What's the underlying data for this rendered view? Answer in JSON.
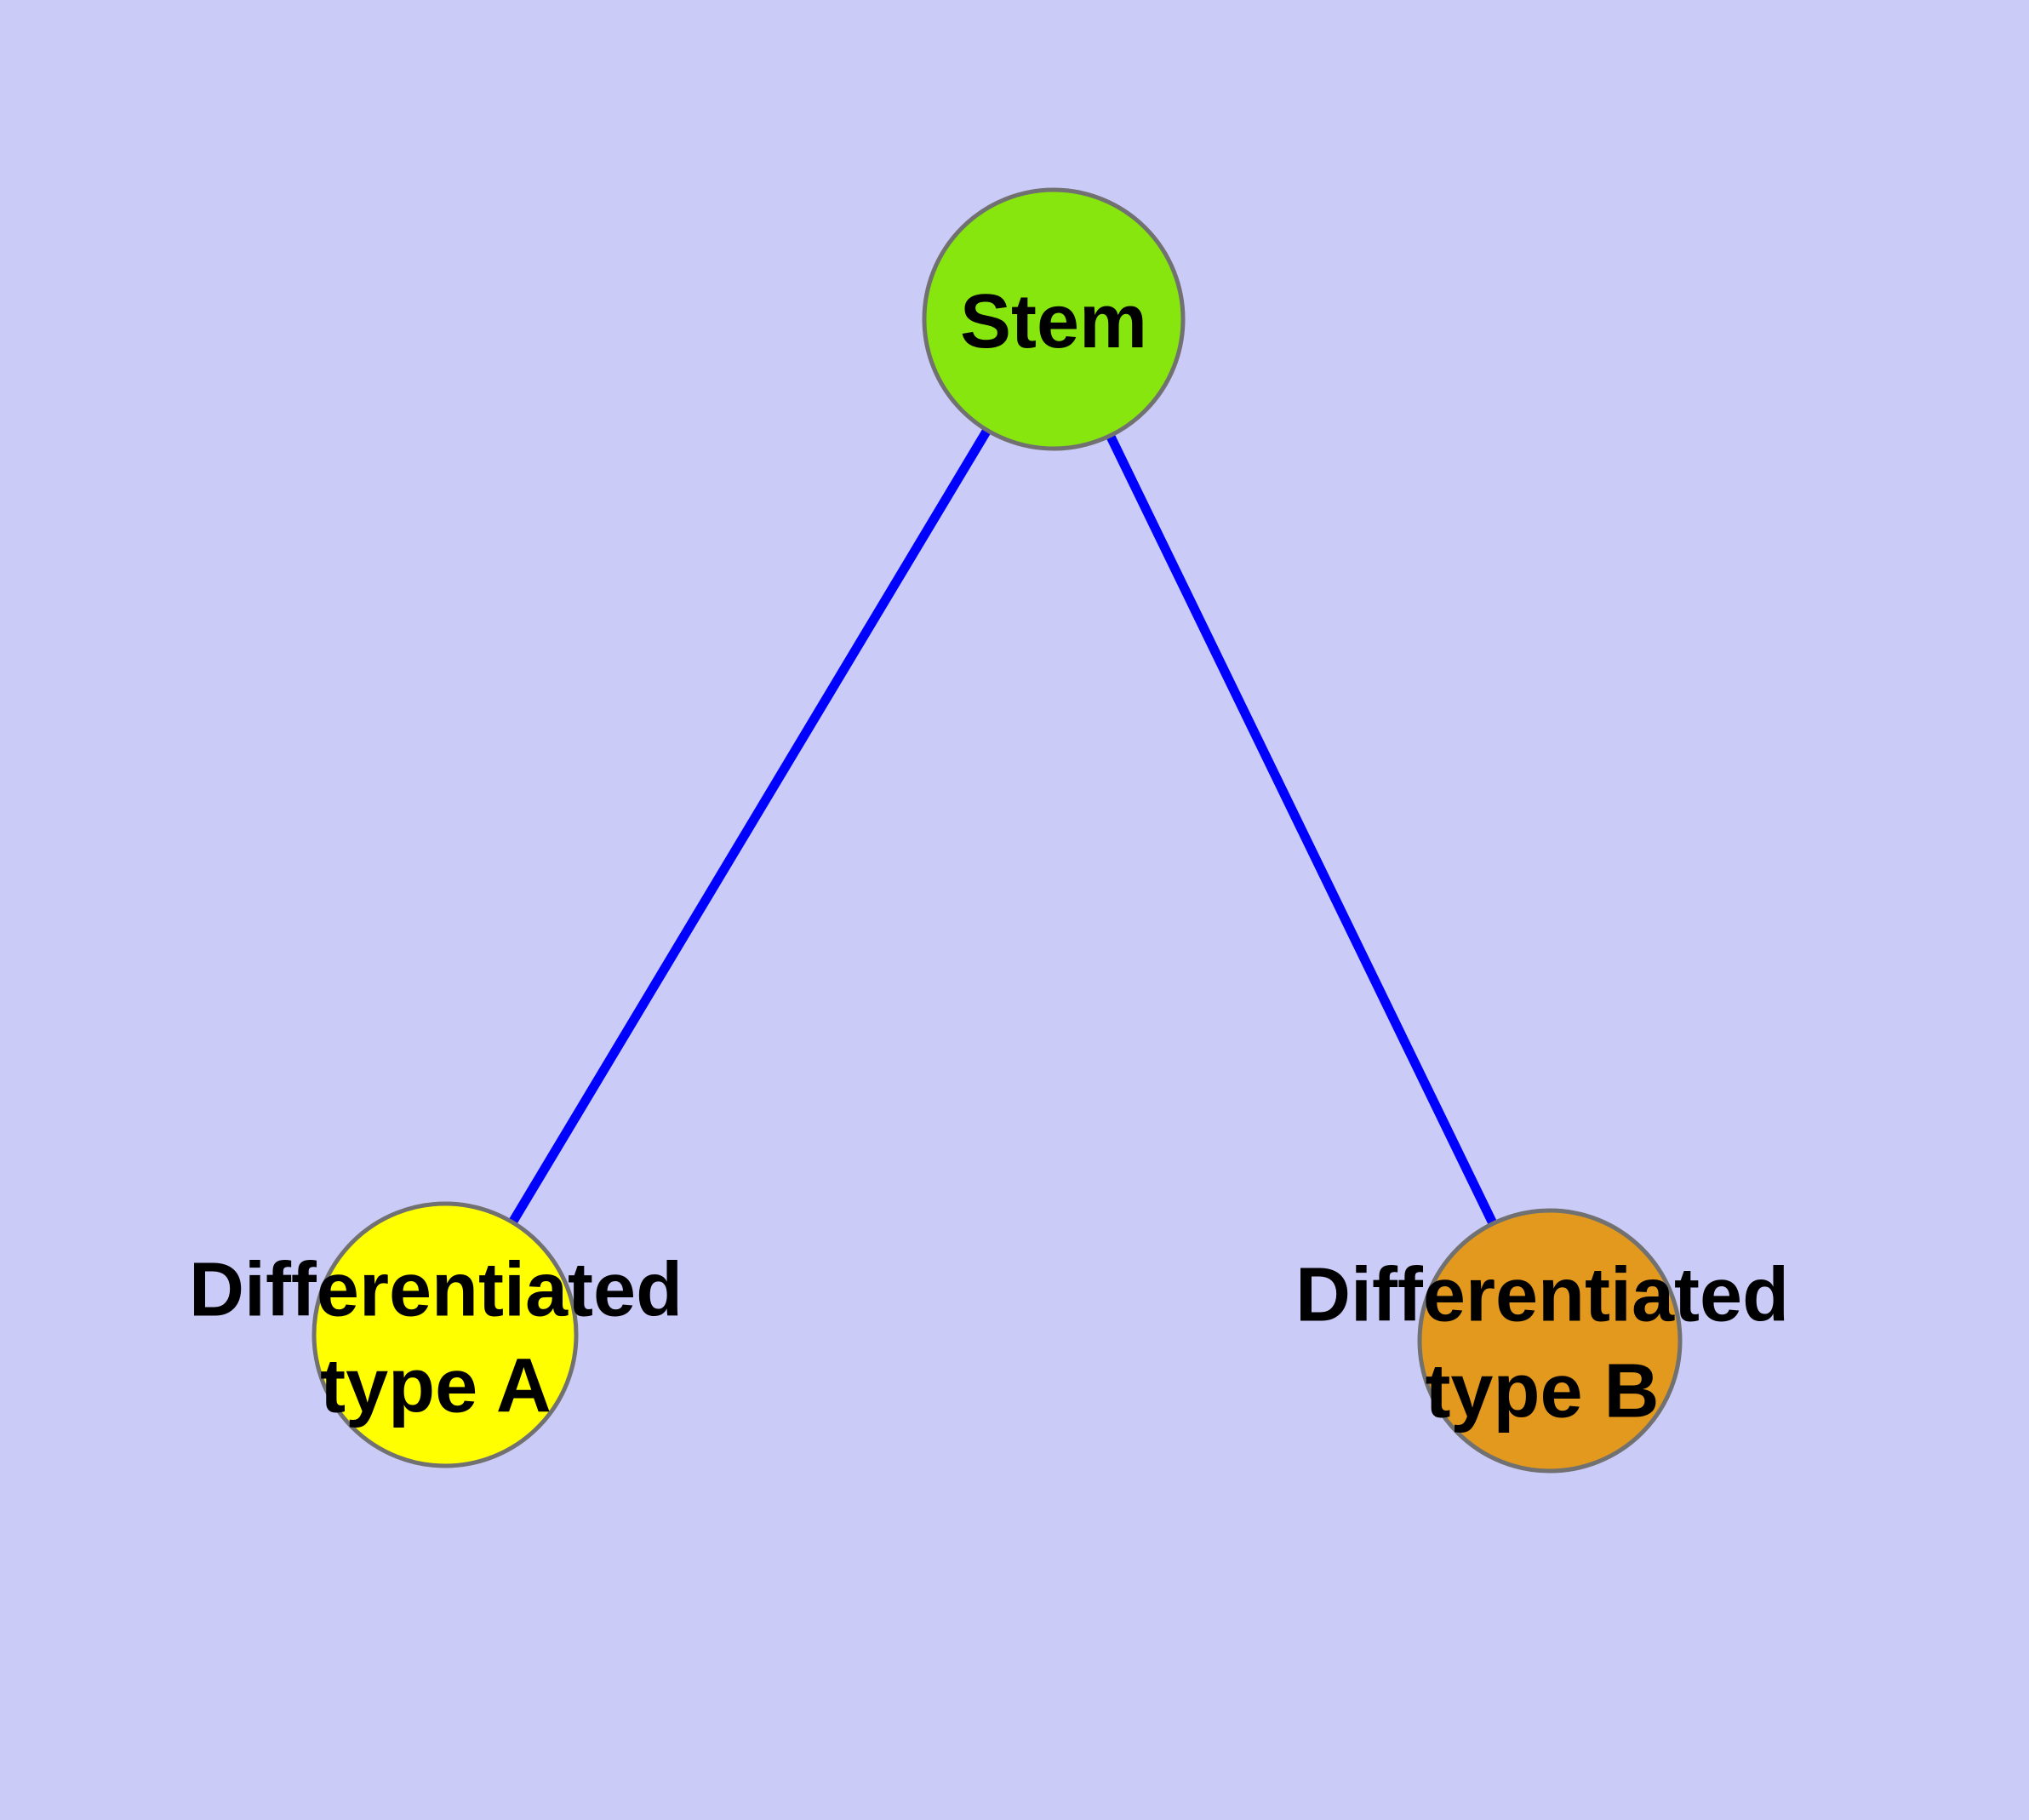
{
  "diagram": {
    "type": "node-link-graph",
    "background_color": "#CBCBF7",
    "edge_color": "#0000FF",
    "node_border_color": "#717171",
    "label_color": "#000000",
    "nodes": [
      {
        "id": "stem",
        "label": "Stem",
        "fill_color": "#86E60D"
      },
      {
        "id": "differentiated-type-a",
        "label": "Differentiated\ntype A",
        "fill_color": "#FFFF00"
      },
      {
        "id": "differentiated-type-b",
        "label": "Differentiated\ntype B",
        "fill_color": "#E2991D"
      }
    ],
    "edges": [
      {
        "from": "Stem",
        "to": "Differentiated type A"
      },
      {
        "from": "Stem",
        "to": "Differentiated type B"
      }
    ]
  }
}
